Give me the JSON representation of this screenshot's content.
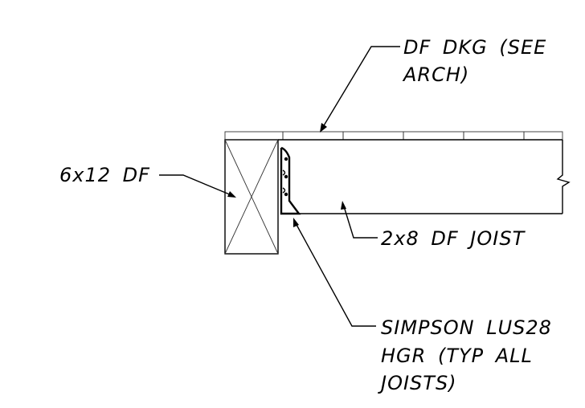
{
  "labels": {
    "decking": [
      "DF DKG (SEE",
      "ARCH)"
    ],
    "beam": "6x12 DF",
    "joist": "2x8 DF JOIST",
    "hanger": [
      "SIMPSON LUS28",
      "HGR (TYP ALL",
      "JOISTS)"
    ]
  }
}
